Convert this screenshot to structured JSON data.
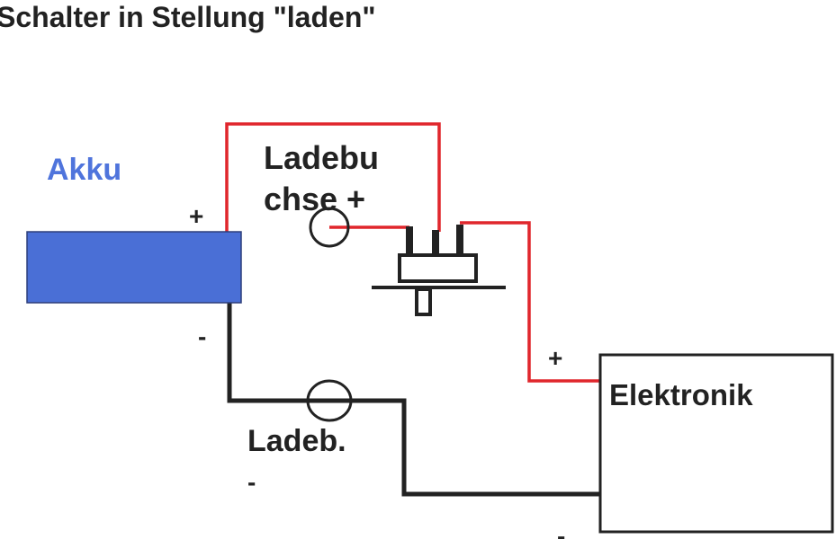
{
  "title": "Schalter in Stellung \"laden\"",
  "labels": {
    "akku": "Akku",
    "akku_plus": "+",
    "akku_minus": "-",
    "socket_plus_line1": "Ladebu",
    "socket_plus_line2": "chse +",
    "socket_minus_line1": "Ladeb.",
    "socket_minus_line2": "-",
    "electronics": "Elektronik",
    "electronics_plus": "+",
    "electronics_minus": "-"
  },
  "colors": {
    "battery": "#4a6fd6",
    "akku_text": "#4f74dc",
    "positive_wire": "#e0262c",
    "negative_wire": "#222222"
  }
}
